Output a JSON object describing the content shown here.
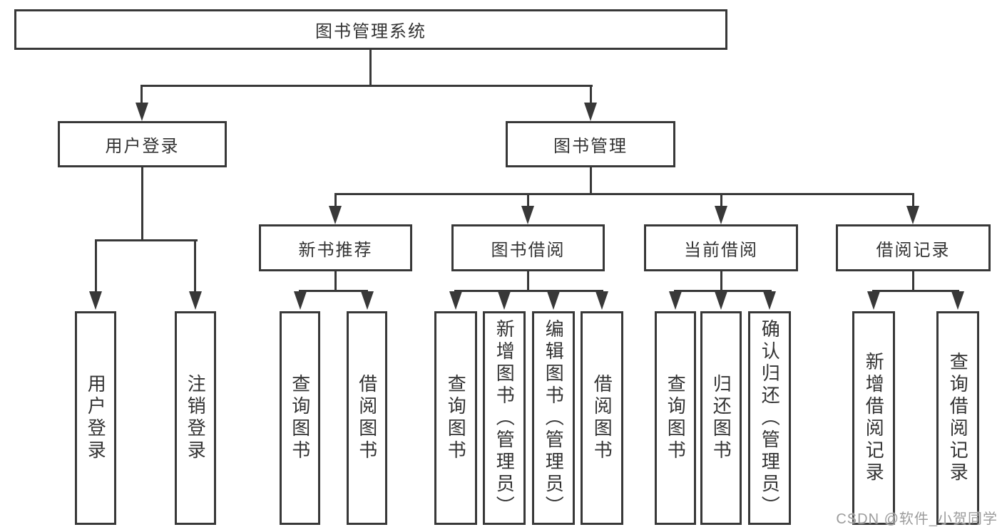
{
  "tree": {
    "label": "图书管理系统",
    "children": [
      {
        "label": "用户登录",
        "children": [
          {
            "label": "用户登录"
          },
          {
            "label": "注销登录"
          }
        ]
      },
      {
        "label": "图书管理",
        "children": [
          {
            "label": "新书推荐",
            "children": [
              {
                "label": "查询图书"
              },
              {
                "label": "借阅图书"
              }
            ]
          },
          {
            "label": "图书借阅",
            "children": [
              {
                "label": "查询图书"
              },
              {
                "label": "新增图书（管理员）"
              },
              {
                "label": "编辑图书（管理员）"
              },
              {
                "label": "借阅图书"
              }
            ]
          },
          {
            "label": "当前借阅",
            "children": [
              {
                "label": "查询图书"
              },
              {
                "label": "归还图书"
              },
              {
                "label": "确认归还（管理员）"
              }
            ]
          },
          {
            "label": "借阅记录",
            "children": [
              {
                "label": "新增借阅记录"
              },
              {
                "label": "查询借阅记录"
              }
            ]
          }
        ]
      }
    ]
  },
  "watermark": "CSDN @软件_小贺同学",
  "colors": {
    "line": "#383838",
    "box_border": "#383838",
    "text": "#333333",
    "watermark": "#9c9c9c",
    "background": "#ffffff"
  }
}
